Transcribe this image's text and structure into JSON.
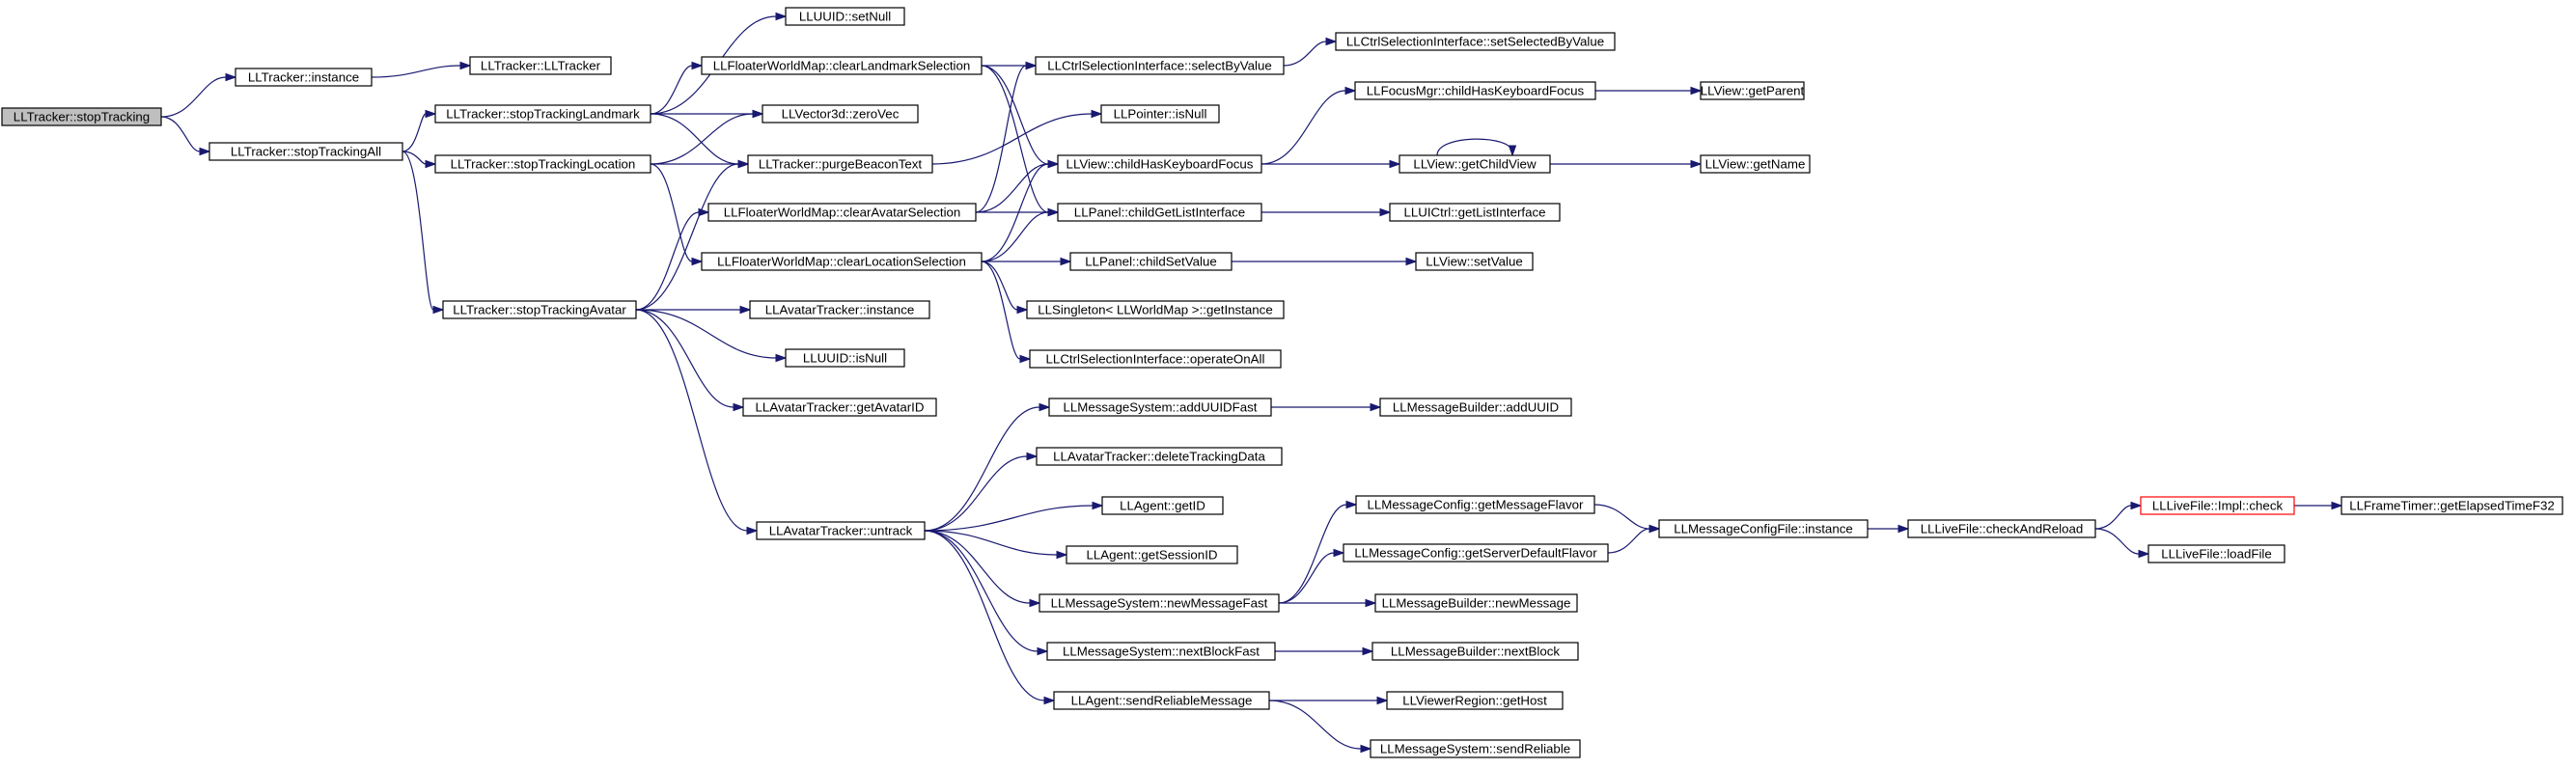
{
  "diagram": {
    "title": "LLTracker::stopTracking call graph",
    "colors": {
      "edge": "#191970",
      "node_border": "#000000",
      "root_fill": "#bfbfbf",
      "truncated_border": "#ff0000"
    },
    "nodes": [
      {
        "id": "n0",
        "label": "LLTracker::stopTracking",
        "style": "root"
      },
      {
        "id": "n1",
        "label": "LLTracker::instance"
      },
      {
        "id": "n2",
        "label": "LLTracker::LLTracker"
      },
      {
        "id": "n3",
        "label": "LLTracker::stopTrackingAll"
      },
      {
        "id": "n4",
        "label": "LLTracker::stopTrackingLandmark"
      },
      {
        "id": "n5",
        "label": "LLUUID::setNull"
      },
      {
        "id": "n6",
        "label": "LLFloaterWorldMap::clearLandmarkSelection"
      },
      {
        "id": "n7",
        "label": "LLCtrlSelectionInterface::selectByValue"
      },
      {
        "id": "n8",
        "label": "LLCtrlSelectionInterface::setSelectedByValue"
      },
      {
        "id": "n9",
        "label": "LLVector3d::zeroVec"
      },
      {
        "id": "n10",
        "label": "LLTracker::stopTrackingLocation"
      },
      {
        "id": "n11",
        "label": "LLTracker::purgeBeaconText"
      },
      {
        "id": "n12",
        "label": "LLPointer::isNull"
      },
      {
        "id": "n13",
        "label": "LLFocusMgr::childHasKeyboardFocus"
      },
      {
        "id": "n14",
        "label": "LLView::getParent"
      },
      {
        "id": "n15",
        "label": "LLView::childHasKeyboardFocus"
      },
      {
        "id": "n16",
        "label": "LLView::getChildView"
      },
      {
        "id": "n17",
        "label": "LLView::getName"
      },
      {
        "id": "n18",
        "label": "LLFloaterWorldMap::clearAvatarSelection"
      },
      {
        "id": "n19",
        "label": "LLPanel::childGetListInterface"
      },
      {
        "id": "n20",
        "label": "LLUICtrl::getListInterface"
      },
      {
        "id": "n21",
        "label": "LLFloaterWorldMap::clearLocationSelection"
      },
      {
        "id": "n22",
        "label": "LLPanel::childSetValue"
      },
      {
        "id": "n23",
        "label": "LLView::setValue"
      },
      {
        "id": "n24",
        "label": "LLTracker::stopTrackingAvatar"
      },
      {
        "id": "n25",
        "label": "LLAvatarTracker::instance"
      },
      {
        "id": "n26",
        "label": "LLSingleton< LLWorldMap >::getInstance"
      },
      {
        "id": "n27",
        "label": "LLUUID::isNull"
      },
      {
        "id": "n28",
        "label": "LLCtrlSelectionInterface::operateOnAll"
      },
      {
        "id": "n29",
        "label": "LLAvatarTracker::getAvatarID"
      },
      {
        "id": "n30",
        "label": "LLMessageSystem::addUUIDFast"
      },
      {
        "id": "n31",
        "label": "LLMessageBuilder::addUUID"
      },
      {
        "id": "n32",
        "label": "LLAvatarTracker::deleteTrackingData"
      },
      {
        "id": "n33",
        "label": "LLAgent::getID"
      },
      {
        "id": "n34",
        "label": "LLMessageConfig::getMessageFlavor"
      },
      {
        "id": "n35",
        "label": "LLLiveFile::Impl::check",
        "style": "truncated"
      },
      {
        "id": "n36",
        "label": "LLFrameTimer::getElapsedTimeF32"
      },
      {
        "id": "n37",
        "label": "LLAvatarTracker::untrack"
      },
      {
        "id": "n38",
        "label": "LLMessageConfigFile::instance"
      },
      {
        "id": "n39",
        "label": "LLLiveFile::checkAndReload"
      },
      {
        "id": "n40",
        "label": "LLMessageConfig::getServerDefaultFlavor"
      },
      {
        "id": "n41",
        "label": "LLAgent::getSessionID"
      },
      {
        "id": "n42",
        "label": "LLLiveFile::loadFile"
      },
      {
        "id": "n43",
        "label": "LLMessageSystem::newMessageFast"
      },
      {
        "id": "n44",
        "label": "LLMessageBuilder::newMessage"
      },
      {
        "id": "n45",
        "label": "LLMessageSystem::nextBlockFast"
      },
      {
        "id": "n46",
        "label": "LLMessageBuilder::nextBlock"
      },
      {
        "id": "n47",
        "label": "LLAgent::sendReliableMessage"
      },
      {
        "id": "n48",
        "label": "LLViewerRegion::getHost"
      },
      {
        "id": "n49",
        "label": "LLMessageSystem::sendReliable"
      }
    ],
    "edges": [
      [
        "n0",
        "n1"
      ],
      [
        "n0",
        "n3"
      ],
      [
        "n1",
        "n2"
      ],
      [
        "n3",
        "n4"
      ],
      [
        "n3",
        "n10"
      ],
      [
        "n3",
        "n24"
      ],
      [
        "n4",
        "n5"
      ],
      [
        "n4",
        "n6"
      ],
      [
        "n4",
        "n9"
      ],
      [
        "n4",
        "n11"
      ],
      [
        "n6",
        "n7"
      ],
      [
        "n6",
        "n15"
      ],
      [
        "n6",
        "n19"
      ],
      [
        "n7",
        "n8"
      ],
      [
        "n10",
        "n9"
      ],
      [
        "n10",
        "n11"
      ],
      [
        "n10",
        "n21"
      ],
      [
        "n11",
        "n12"
      ],
      [
        "n13",
        "n14"
      ],
      [
        "n15",
        "n13"
      ],
      [
        "n15",
        "n16"
      ],
      [
        "n16",
        "n16"
      ],
      [
        "n16",
        "n17"
      ],
      [
        "n18",
        "n7"
      ],
      [
        "n18",
        "n15"
      ],
      [
        "n18",
        "n19"
      ],
      [
        "n19",
        "n20"
      ],
      [
        "n21",
        "n15"
      ],
      [
        "n21",
        "n19"
      ],
      [
        "n21",
        "n22"
      ],
      [
        "n21",
        "n26"
      ],
      [
        "n21",
        "n28"
      ],
      [
        "n22",
        "n23"
      ],
      [
        "n24",
        "n11"
      ],
      [
        "n24",
        "n18"
      ],
      [
        "n24",
        "n25"
      ],
      [
        "n24",
        "n27"
      ],
      [
        "n24",
        "n29"
      ],
      [
        "n24",
        "n37"
      ],
      [
        "n30",
        "n31"
      ],
      [
        "n34",
        "n38"
      ],
      [
        "n35",
        "n36"
      ],
      [
        "n37",
        "n30"
      ],
      [
        "n37",
        "n32"
      ],
      [
        "n37",
        "n33"
      ],
      [
        "n37",
        "n41"
      ],
      [
        "n37",
        "n43"
      ],
      [
        "n37",
        "n45"
      ],
      [
        "n37",
        "n47"
      ],
      [
        "n38",
        "n39"
      ],
      [
        "n39",
        "n35"
      ],
      [
        "n39",
        "n42"
      ],
      [
        "n40",
        "n38"
      ],
      [
        "n43",
        "n34"
      ],
      [
        "n43",
        "n40"
      ],
      [
        "n43",
        "n44"
      ],
      [
        "n45",
        "n46"
      ],
      [
        "n47",
        "n48"
      ],
      [
        "n47",
        "n49"
      ]
    ]
  }
}
